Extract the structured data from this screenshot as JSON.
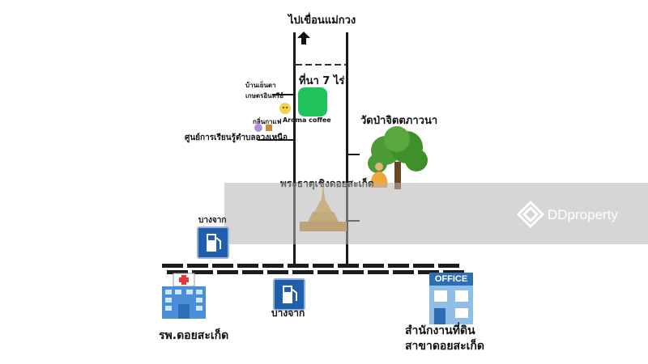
{
  "labels": {
    "to_dam": "ไปเขื่อนแม่กวง",
    "rice_field": "ที่นา 7 ไร่",
    "organic_home": "บ้านเย็นตา\nเกษตรอินทรีย์",
    "aroma_shop": "กลิ่นกาแฟ",
    "aroma_coffee": "Aroma coffee",
    "learning_center": "ศูนย์การเรียนรู้ตำบลลวงเหนือ",
    "temple": "วัดป่าจิตตภาวนา",
    "pagoda": "พระธาตุเชิงดอยสะเก็ด",
    "gas_station_1": "บางจาก",
    "gas_station_2": "บางจาก",
    "hospital": "รพ.ดอยสะเก็ด",
    "land_office_line1": "สำนักงานที่ดิน",
    "land_office_line2": "สาขาดอยสะเก็ด",
    "office_sign": "OFFICE",
    "watermark": "DDproperty"
  },
  "colors": {
    "road": "#1a1a1a",
    "rice_field": "#21c45a",
    "gas_station": "#1f5fae",
    "pagoda": "#d4a13a",
    "tree": "#3f8f2a"
  },
  "icons": [
    "up-arrow-icon",
    "tree-icon",
    "monk-icon",
    "pagoda-icon",
    "fuel-icon",
    "hospital-icon",
    "office-building-icon",
    "coffee-icon",
    "dd-logo-icon"
  ]
}
